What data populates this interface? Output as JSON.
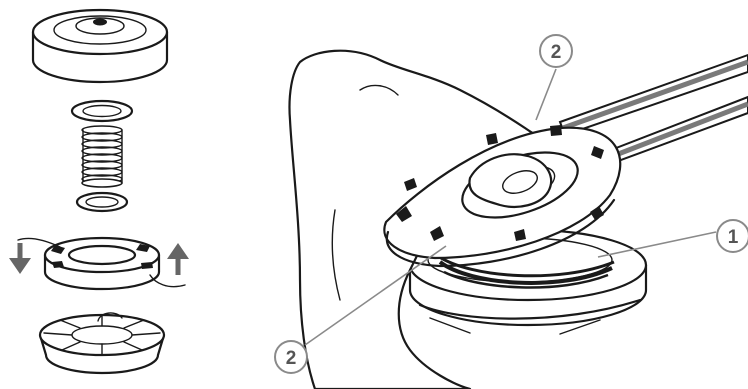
{
  "figure": {
    "left_panel": {
      "parts": [
        "cap-icon",
        "upper-washer-icon",
        "spring-icon",
        "lower-washer-icon",
        "spool-icon",
        "base-plate-icon"
      ]
    },
    "right_panel": {
      "callouts": {
        "one": "1",
        "two_top": "2",
        "two_bottom": "2"
      }
    },
    "colors": {
      "line": "#1a1a1a",
      "callout_fill": "#ffffff",
      "callout_stroke": "#8a8a8a",
      "callout_text": "#555555",
      "arrow_gray": "#666666"
    }
  }
}
